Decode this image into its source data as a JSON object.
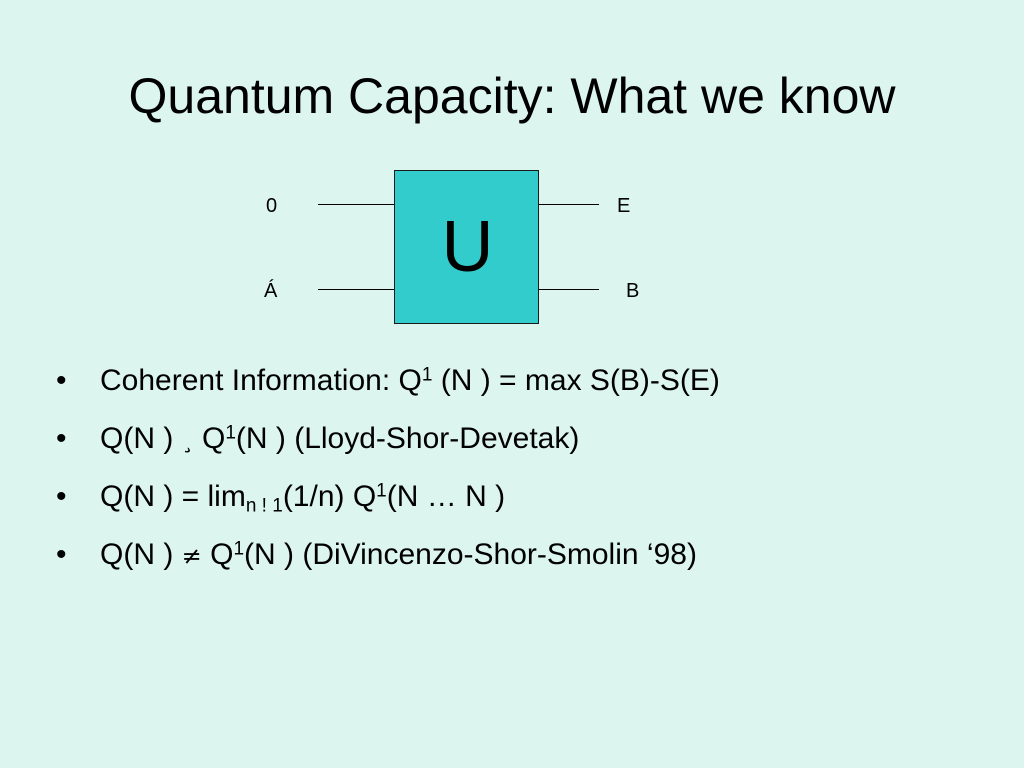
{
  "slide": {
    "title": "Quantum Capacity: What we know",
    "background": "#dcf5ef"
  },
  "diagram": {
    "gate_label": "U",
    "gate_color": "#33cccc",
    "inputs": [
      "0",
      "Á"
    ],
    "outputs": [
      "E",
      "B"
    ]
  },
  "bullets": {
    "marker": "•",
    "b1": {
      "t1": "Coherent Information: Q",
      "sup1": "1",
      "t2": " (N ) = max S(B)-S(E)"
    },
    "b2": {
      "t1": "Q(N ) ",
      "sym": "¸",
      "t2": " Q",
      "sup1": "1",
      "t3": "(N )   (Lloyd-Shor-Devetak)"
    },
    "b3": {
      "t1": "Q(N ) = lim",
      "sub1": "n ! 1",
      "t2": "(1/n) Q",
      "sup1": "1",
      "t3": "(N  … N )"
    },
    "b4": {
      "t1": "Q(N ) ",
      "sym": "≠",
      "t2": " Q",
      "sup1": "1",
      "t3": "(N )   (DiVincenzo-Shor-Smolin ‘98)"
    }
  }
}
